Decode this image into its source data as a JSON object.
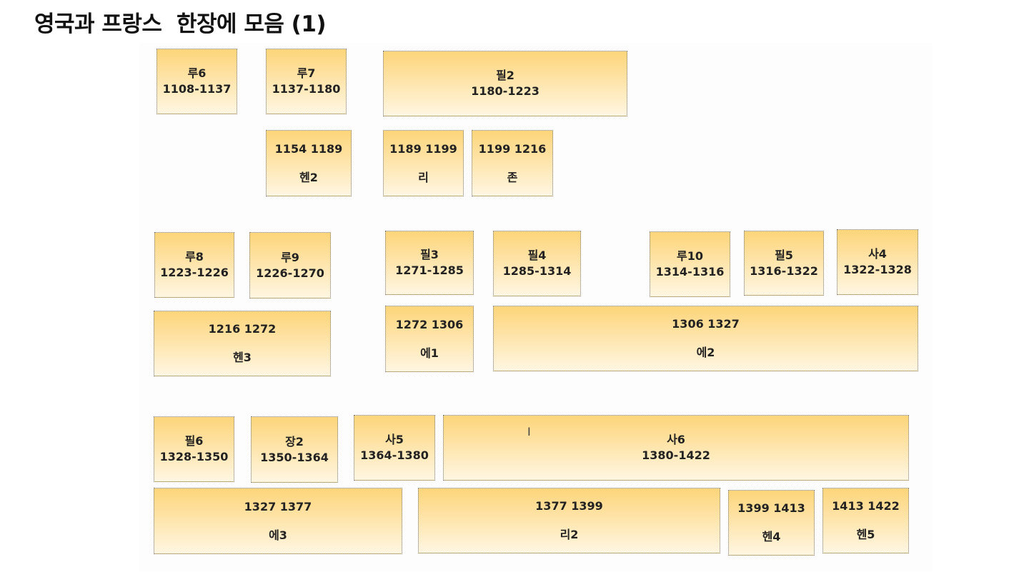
{
  "title": "영국과 프랑스  한장에 모음 (1)",
  "boxes": [
    {
      "a": "루6",
      "b": "1108-1137"
    },
    {
      "a": "루7",
      "b": "1137-1180"
    },
    {
      "a": "필2",
      "b": "1180-1223"
    },
    {
      "a": "1154 1189",
      "b": "헨2"
    },
    {
      "a": "1189 1199",
      "b": "리"
    },
    {
      "a": "1199 1216",
      "b": "존"
    },
    {
      "a": "루8",
      "b": "1223-1226"
    },
    {
      "a": "루9",
      "b": "1226-1270"
    },
    {
      "a": "필3",
      "b": "1271-1285"
    },
    {
      "a": "필4",
      "b": "1285-1314"
    },
    {
      "a": "루10",
      "b": "1314-1316"
    },
    {
      "a": "필5",
      "b": "1316-1322"
    },
    {
      "a": "사4",
      "b": "1322-1328"
    },
    {
      "a": "1216 1272",
      "b": "헨3"
    },
    {
      "a": "1272 1306",
      "b": "에1"
    },
    {
      "a": "1306 1327",
      "b": "에2"
    },
    {
      "a": "필6",
      "b": "1328-1350"
    },
    {
      "a": "장2",
      "b": "1350-1364"
    },
    {
      "a": "사5",
      "b": "1364-1380"
    },
    {
      "a": "사6",
      "b": "1380-1422"
    },
    {
      "a": "1327 1377",
      "b": "에3"
    },
    {
      "a": "1377 1399",
      "b": "리2"
    },
    {
      "a": "1399 1413",
      "b": "헨4"
    },
    {
      "a": "1413 1422",
      "b": "헨5"
    }
  ]
}
